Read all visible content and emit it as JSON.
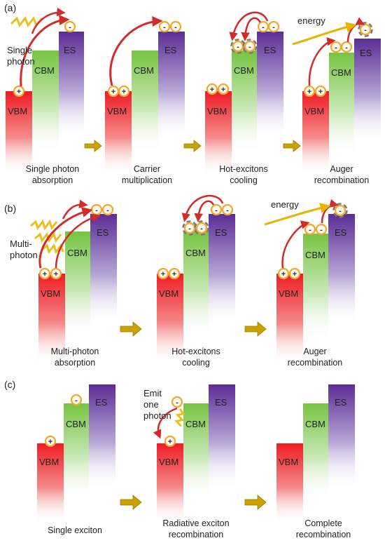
{
  "colors": {
    "vbm": "#ee1c25",
    "cbm": "#76c442",
    "es": "#6a3fa0",
    "arrow_red": "#d42a2a",
    "photon": "#e8c020",
    "energy": "#e8b400",
    "step_arrow": "#c9a200",
    "carrier_ring": "#f0a830",
    "hot_ring": "#7a7a7a"
  },
  "icons": [
    "photon-squiggle-icon",
    "electron-icon",
    "hole-icon",
    "hot-electron-icon",
    "curved-arrow-icon",
    "step-arrow-icon",
    "energy-arrow-icon"
  ],
  "panel_a": {
    "label": "(a)",
    "photon_label": [
      "Single",
      "photon"
    ],
    "energy_label": "energy",
    "captions": [
      [
        "Single photon",
        "absorption"
      ],
      [
        "Carrier",
        "multiplication"
      ],
      [
        "Hot-excitons",
        "cooling"
      ],
      [
        "Auger",
        "recombination"
      ]
    ]
  },
  "panel_b": {
    "label": "(b)",
    "photon_label": [
      "Multi-",
      "photon"
    ],
    "energy_label": "energy",
    "captions": [
      [
        "Multi-photon",
        "absorption"
      ],
      [
        "Hot-excitons",
        "cooling"
      ],
      [
        "Auger",
        "recombination"
      ]
    ]
  },
  "panel_c": {
    "label": "(c)",
    "emit_label": [
      "Emit",
      "one",
      "photon"
    ],
    "captions": [
      [
        "Single exciton"
      ],
      [
        "Radiative exciton",
        "recombination"
      ],
      [
        "Complete",
        "recombination"
      ]
    ]
  },
  "bands": {
    "vbm": "VBM",
    "cbm": "CBM",
    "es": "ES"
  },
  "carriers": {
    "hole": "+",
    "electron": "-"
  }
}
